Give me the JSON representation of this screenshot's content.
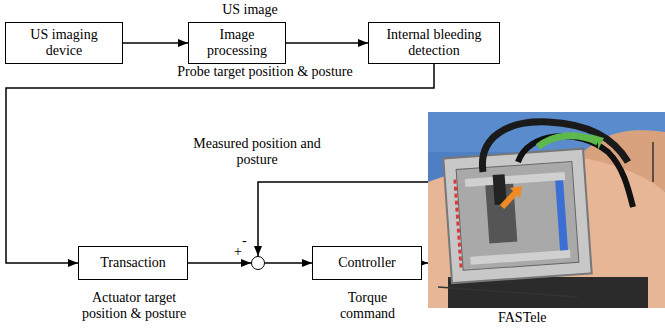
{
  "diagram": {
    "nodes": [
      {
        "text": [
          "US imaging device"
        ]
      },
      {
        "text": [
          "Image processing"
        ]
      },
      {
        "text": [
          "Internal bleeding detection"
        ]
      },
      {
        "text": [
          "Transaction"
        ]
      },
      {
        "text": [
          "+",
          "-"
        ]
      },
      {
        "text": [
          "Controller"
        ]
      },
      {
        "text": [
          "FASTele"
        ]
      }
    ],
    "edges": [
      {
        "from": 0,
        "to": 1,
        "arrow": "to",
        "label": "US image"
      },
      {
        "from": 1,
        "to": 2,
        "arrow": "to"
      },
      {
        "from": 2,
        "to": 3,
        "arrow": "to",
        "label": "Probe target position & posture"
      },
      {
        "from": 3,
        "to": 4,
        "arrow": "to",
        "label": "Actuator target position & posture"
      },
      {
        "from": 4,
        "to": 5,
        "arrow": "to"
      },
      {
        "from": 5,
        "to": 6,
        "arrow": "to",
        "label": "Torque command"
      },
      {
        "from": 6,
        "to": 4,
        "arrow": "to",
        "label": "Measured position and posture"
      }
    ]
  }
}
